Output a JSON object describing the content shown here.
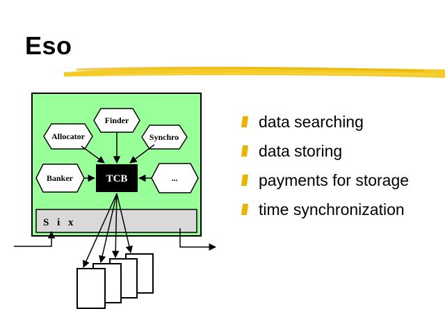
{
  "slide": {
    "title": "Eso"
  },
  "diagram": {
    "nodes": {
      "finder": "Finder",
      "allocator": "Allocator",
      "synchro": "Synchro",
      "banker": "Banker",
      "tcb": "TCB",
      "more": "...",
      "six": "S i x"
    },
    "colors": {
      "container": "#99ff99",
      "six_bar": "#d9d9d9",
      "tcb": "#000000",
      "swoosh": "#f2c200"
    }
  },
  "bullets": {
    "icon": "bullet-bar-icon",
    "items": [
      "data searching",
      "data storing",
      "payments for storage",
      "time synchronization"
    ]
  }
}
